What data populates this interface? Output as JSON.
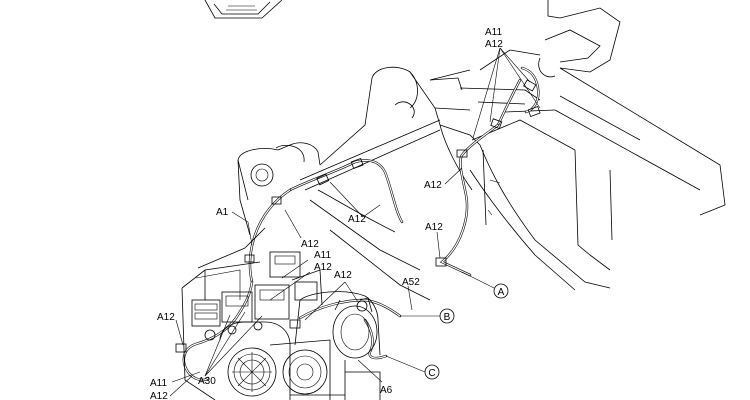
{
  "colors": {
    "ink": "#000000",
    "paper": "#ffffff"
  },
  "labels": {
    "a11_top": "A11",
    "a12_top": "A12",
    "a12_right_upper": "A12",
    "a12_right_mid": "A12",
    "a1": "A1",
    "a12_center": "A12",
    "a12_boom": "A12",
    "a12_block": "A12",
    "a11_block": "A11",
    "a12_block2": "A12",
    "a52": "A52",
    "a12_left": "A12",
    "a30": "A30",
    "a11_bottom": "A11",
    "a12_bottom": "A12",
    "a6": "A6"
  },
  "callouts": {
    "a": "A",
    "b": "B",
    "c": "C"
  }
}
